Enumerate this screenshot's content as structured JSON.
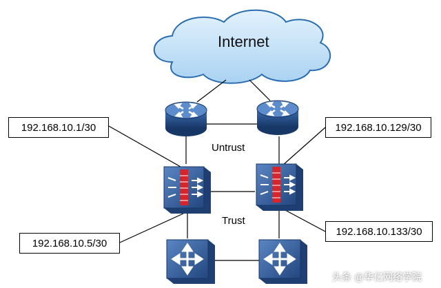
{
  "cloud": {
    "label": "Internet"
  },
  "zones": {
    "untrust": "Untrust",
    "trust": "Trust"
  },
  "callouts": {
    "left_top": "192.168.10.1/30",
    "right_top": "192.168.10.129/30",
    "left_bottom": "192.168.10.5/30",
    "right_bottom": "192.168.10.133/30"
  },
  "watermark": "头条 @华亿网络学院",
  "colors": {
    "cloud_fill": "#bfe0f7",
    "cloud_stroke": "#2a6db0",
    "device_dark": "#1f3f73",
    "device_light": "#4a79b8",
    "firewall_red": "#d7262b"
  }
}
